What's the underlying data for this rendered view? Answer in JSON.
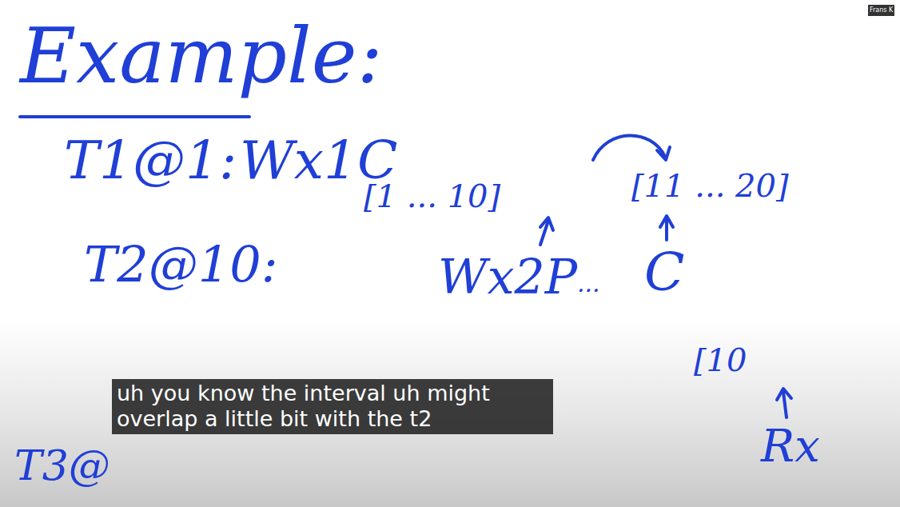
{
  "diagram": {
    "title": "Example:",
    "caption": "uh you know the interval uh might overlap a little bit with the t2",
    "labels": [
      "T1@1:",
      "Wx1C",
      "[1 ... 10]",
      "[11 ... 20]",
      "T2@10:",
      "Wx2P",
      "...",
      "C",
      "T3@",
      "[10",
      "Rx",
      "Frans K"
    ]
  }
}
